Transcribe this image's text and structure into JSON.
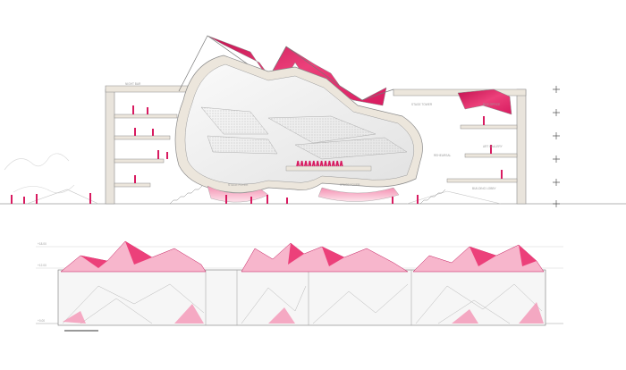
{
  "drawing": {
    "section_labels": [
      "NIGHT BAR",
      "STAGE TOWER",
      "STAGE FOYER",
      "STAGE FOYER",
      "REHEARSAL",
      "BOX OFFICE",
      "ART GALLERY",
      "BUILDING LOBBY"
    ],
    "elevation_levels": [
      "+0.00",
      "+12.00",
      "+18.00"
    ],
    "colors": {
      "accent": "#e8175d",
      "accent_light": "#f48fb1",
      "accent_pale": "#fbd0de",
      "shell": "#ece6dc",
      "line": "#8a8a8a",
      "people": "#d81b60"
    }
  }
}
